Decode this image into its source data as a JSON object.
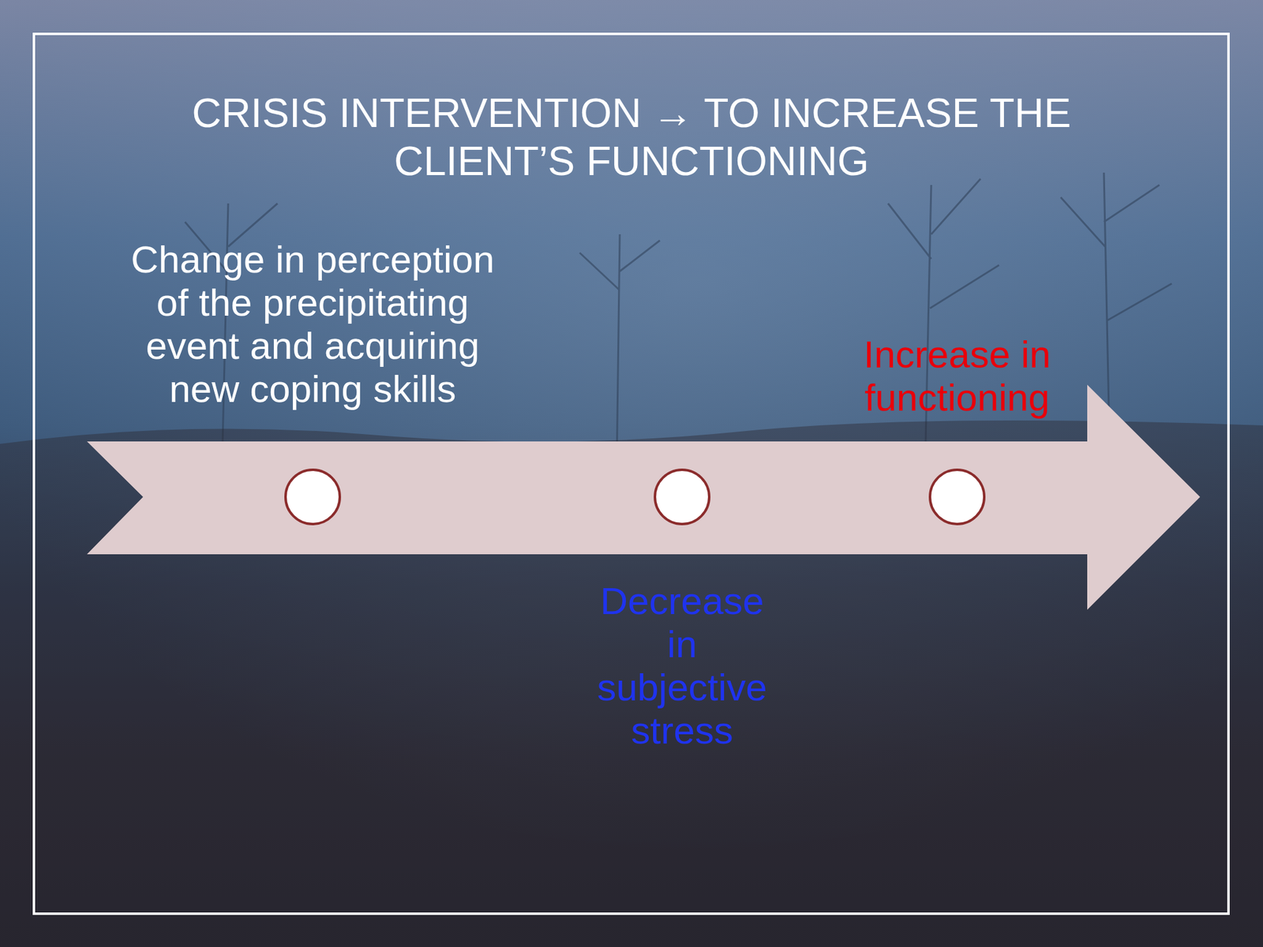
{
  "diagram": {
    "title": "CRISIS INTERVENTION → TO INCREASE THE CLIENT’S FUNCTIONING",
    "nodes": [
      {
        "text": [
          "Change in perception of the precipitating event and acquiring new coping skills"
        ]
      },
      {
        "text": [
          "Decrease in subjective stress"
        ]
      },
      {
        "text": [
          "Increase in functioning"
        ]
      }
    ]
  }
}
